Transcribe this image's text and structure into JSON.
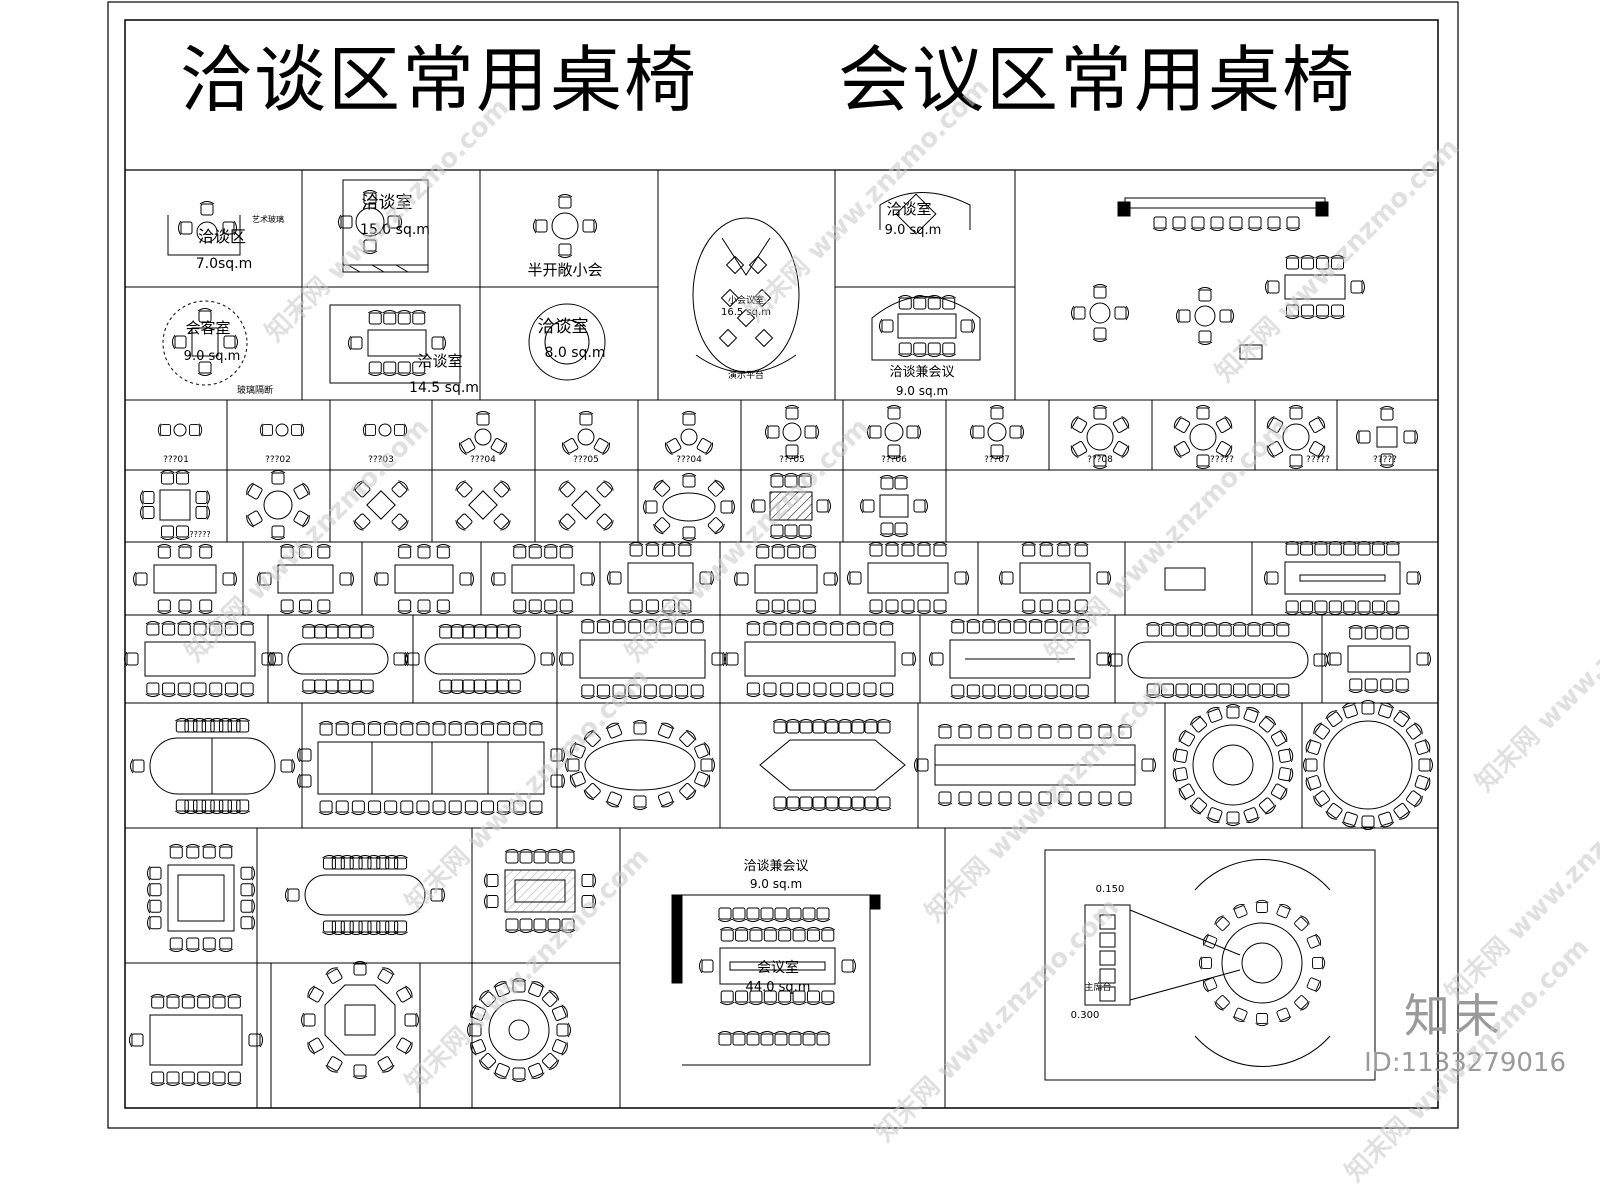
{
  "titles": {
    "left": "洽谈区常用桌椅",
    "right": "会议区常用桌椅"
  },
  "labels": {
    "zone_a": "洽谈区",
    "zone_a_area": "7.0sq.m",
    "zone_a_side": "艺术玻璃",
    "room_b": "洽谈室",
    "room_b_area": "15.0 sq.m",
    "half_open": "半开敞小会",
    "room_c": "洽谈室",
    "room_c_area": "9.0 sq.m",
    "guest_room": "会客室",
    "guest_area": "9.0 sq.m",
    "partition": "玻璃隔断",
    "room_d": "洽谈室",
    "room_d_area": "14.5 sq.m",
    "room_e": "洽谈室",
    "room_e_area": "8.0 sq.m",
    "small_meeting": "小会议室",
    "small_meeting_area": "16.5 sq.m",
    "stage": "演示平台",
    "combo": "洽谈兼会议",
    "combo_area": "9.0 sq.m",
    "combo2": "洽谈兼会议",
    "combo2_area": "9.0 sq.m",
    "meeting_room": "会议室",
    "meeting_area": "44.0 sq.m",
    "dim1": "0.150",
    "dim2": "0.300",
    "rostrum": "主席台",
    "brand": "知末",
    "image_id": "ID:1133279016"
  },
  "row_codes": [
    "???01",
    "???02",
    "???03",
    "???04",
    "???05",
    "???04",
    "???05",
    "???06",
    "???07",
    "???08",
    "?????",
    "?????",
    "?????",
    "?????"
  ],
  "watermark": "www.znzmo.com",
  "watermark_brand": "知末网"
}
